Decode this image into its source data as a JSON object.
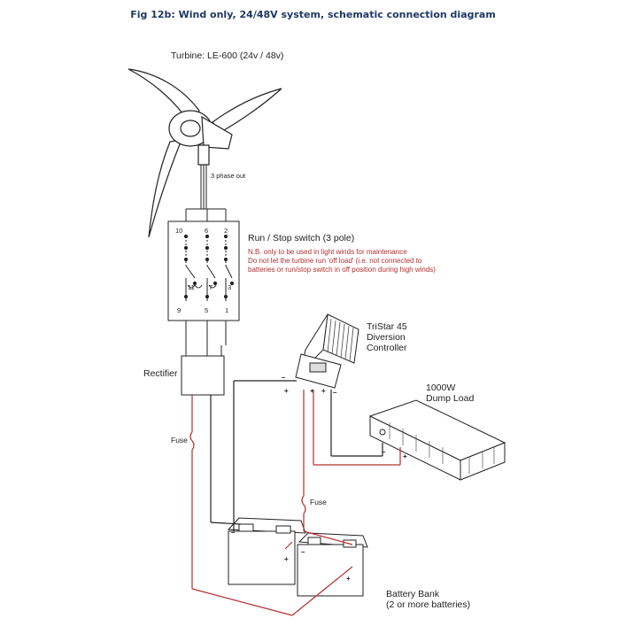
{
  "title": "Fig 12b: Wind only, 24/48V system, schematic connection diagram",
  "turbine": {
    "label": "Turbine: LE-600 (24v / 48v)",
    "output": "3 phase out"
  },
  "switch": {
    "label": "Run / Stop switch (3 pole)",
    "note_lines": [
      "N.B. only to be used in light winds for maintenance",
      "Do not let the turbine run 'off load' (i.e. not connected to",
      "batteries or run/stop switch in off position during high winds)"
    ],
    "pins_top": [
      "10",
      "6",
      "2"
    ],
    "pins_mid": [
      "11",
      "7",
      "3"
    ],
    "pins_bottom": [
      "9",
      "5",
      "1"
    ]
  },
  "controller": {
    "lines": [
      "TriStar 45",
      "Diversion",
      "Controller"
    ]
  },
  "dump_load": {
    "lines": [
      "1000W",
      "Dump Load"
    ]
  },
  "rectifier": {
    "label": "Rectifier"
  },
  "fuse_labels": [
    "Fuse",
    "Fuse"
  ],
  "battery_bank": {
    "lines": [
      "Battery Bank",
      "(2 or more batteries)"
    ]
  },
  "terminals": {
    "minus": "–",
    "plus": "+"
  },
  "colors": {
    "title": "#1f3864",
    "positive_wire": "#b5302f",
    "negative_wire": "#222222",
    "note_text": "#b5302f"
  }
}
